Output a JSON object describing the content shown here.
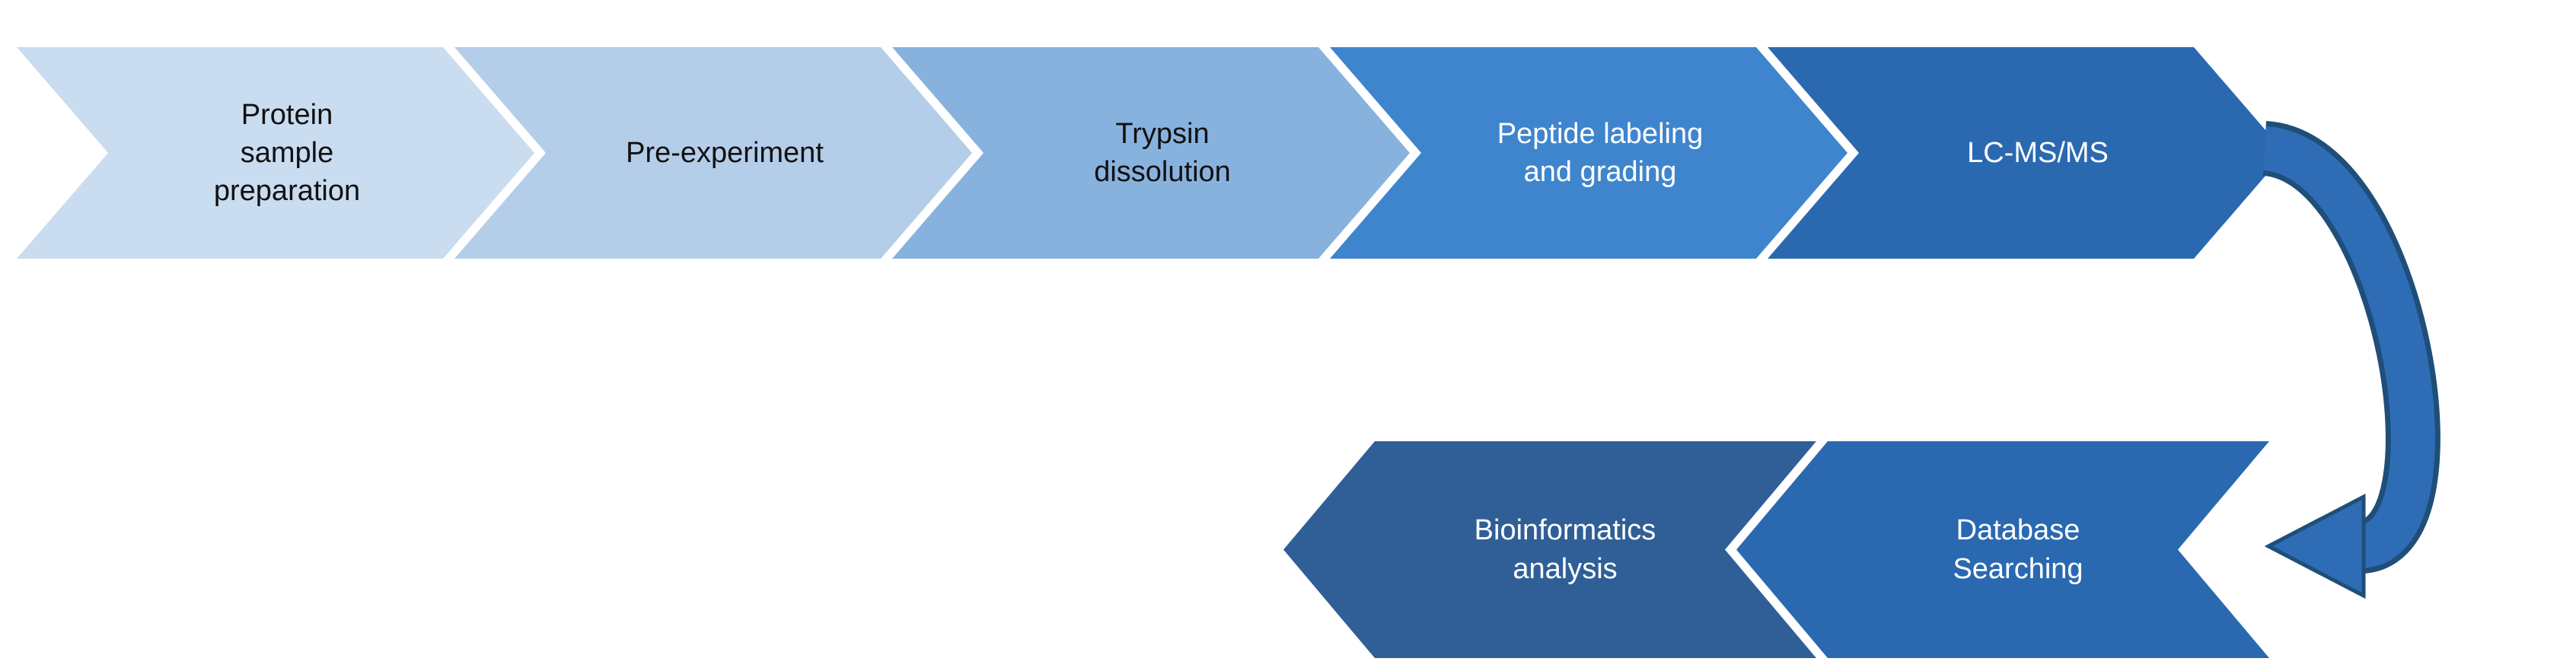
{
  "page": {
    "background": "#ffffff"
  },
  "diagram": {
    "top_steps": [
      {
        "label": "Protein\nsample\npreparation",
        "color": "#c9dcf0",
        "text_color": "#111111"
      },
      {
        "label": "Pre-experiment",
        "color": "#b4cde9",
        "text_color": "#111111"
      },
      {
        "label": "Trypsin\ndissolution",
        "color": "#88b2de",
        "text_color": "#111111"
      },
      {
        "label": "Peptide labeling\nand grading",
        "color": "#3f85cd",
        "text_color": "#ffffff"
      },
      {
        "label": "LC-MS/MS",
        "color": "#2a69b0",
        "text_color": "#ffffff"
      }
    ],
    "bottom_steps": [
      {
        "label": "Bioinformatics\nanalysis",
        "color": "#2f5f96",
        "text_color": "#ffffff"
      },
      {
        "label": "Database\nSearching",
        "color": "#2a69b0",
        "text_color": "#ffffff"
      }
    ],
    "connector": {
      "name": "curved-arrow",
      "fill": "#2e6db6",
      "outline": "#1f4e79"
    }
  }
}
